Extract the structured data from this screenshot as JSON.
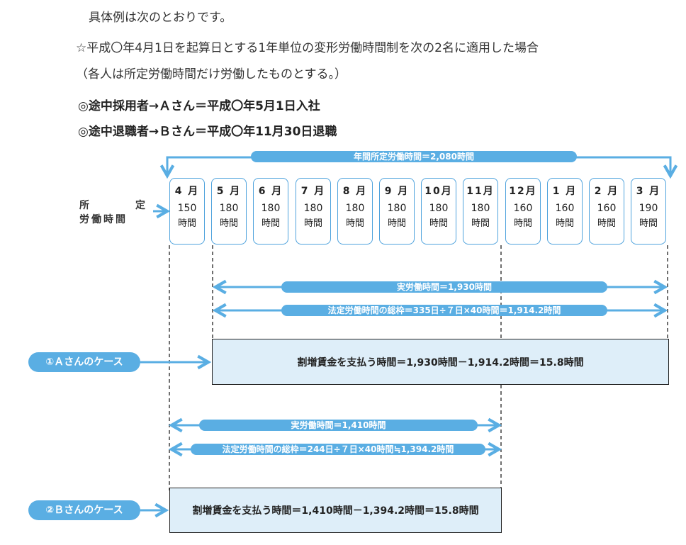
{
  "intro": {
    "line1": "具体例は次のとおりです。",
    "line2": "☆平成〇年4月1日を起算日とする1年単位の変形労働時間制を次の2名に適用した場合",
    "line3": "（各人は所定労働時間だけ労働したものとする。）"
  },
  "cases": {
    "a_line": "◎途中採用者→Ａさん＝平成〇年5月1日入社",
    "b_line": "◎途中退職者→Ｂさん＝平成〇年11月30日退職"
  },
  "annual_label": "年間所定労働時間＝2,080時間",
  "row_label": {
    "line1": "所　定",
    "line2": "労働時間"
  },
  "months": [
    {
      "month": "4 月",
      "hours": "150",
      "unit": "時間"
    },
    {
      "month": "5 月",
      "hours": "180",
      "unit": "時間"
    },
    {
      "month": "6 月",
      "hours": "180",
      "unit": "時間"
    },
    {
      "month": "7 月",
      "hours": "180",
      "unit": "時間"
    },
    {
      "month": "8 月",
      "hours": "180",
      "unit": "時間"
    },
    {
      "month": "9 月",
      "hours": "180",
      "unit": "時間"
    },
    {
      "month": "10月",
      "hours": "180",
      "unit": "時間"
    },
    {
      "month": "11月",
      "hours": "180",
      "unit": "時間"
    },
    {
      "month": "12月",
      "hours": "160",
      "unit": "時間"
    },
    {
      "month": "1 月",
      "hours": "160",
      "unit": "時間"
    },
    {
      "month": "2 月",
      "hours": "160",
      "unit": "時間"
    },
    {
      "month": "3 月",
      "hours": "190",
      "unit": "時間"
    }
  ],
  "case_a": {
    "badge": "①Ａさんのケース",
    "actual": "実労働時間＝1,930時間",
    "legal": "法定労働時間の総枠＝335日÷７日×40時間＝1,914.2時間",
    "result": "割増賃金を支払う時間＝1,930時間－1,914.2時間＝15.8時間"
  },
  "case_b": {
    "badge": "②Ｂさんのケース",
    "actual": "実労働時間＝1,410時間",
    "legal": "法定労働時間の総枠＝244日÷７日×40時間≒1,394.2時間",
    "result": "割増賃金を支払う時間＝1,410時間－1,394.2時間＝15.8時間"
  },
  "colors": {
    "accent": "#5aaee3",
    "box_fill": "#deeef9",
    "border": "#4fa3dd"
  }
}
